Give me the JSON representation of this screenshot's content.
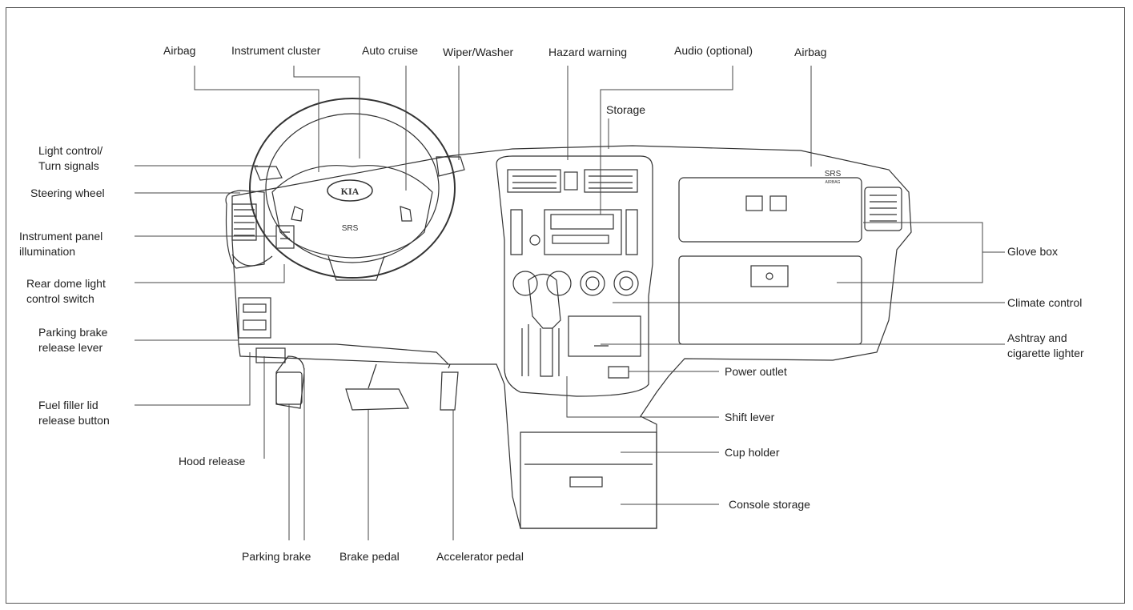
{
  "labels": {
    "airbag_driver": "Airbag",
    "instrument_cluster": "Instrument cluster",
    "auto_cruise": "Auto cruise",
    "wiper_washer": "Wiper/Washer",
    "hazard_warning": "Hazard warning",
    "audio": "Audio (optional)",
    "airbag_passenger": "Airbag",
    "storage": "Storage",
    "light_control": [
      "Light control/",
      "Turn signals"
    ],
    "steering_wheel": "Steering wheel",
    "instrument_panel_illumination": [
      "Instrument panel",
      "illumination"
    ],
    "rear_dome_light": [
      "Rear dome light",
      "control switch"
    ],
    "parking_brake_release": [
      "Parking brake",
      "release lever"
    ],
    "fuel_filler": [
      "Fuel filler lid",
      "release button"
    ],
    "hood_release": "Hood release",
    "parking_brake": "Parking brake",
    "brake_pedal": "Brake pedal",
    "accelerator_pedal": "Accelerator pedal",
    "glove_box": "Glove box",
    "climate_control": "Climate control",
    "ashtray": [
      "Ashtray and",
      "cigarette lighter"
    ],
    "power_outlet": "Power outlet",
    "shift_lever": "Shift lever",
    "cup_holder": "Cup holder",
    "console_storage": "Console storage"
  },
  "emblems": {
    "logo": "KIA",
    "srs": "SRS",
    "srs_sub": "AIRBAG"
  }
}
